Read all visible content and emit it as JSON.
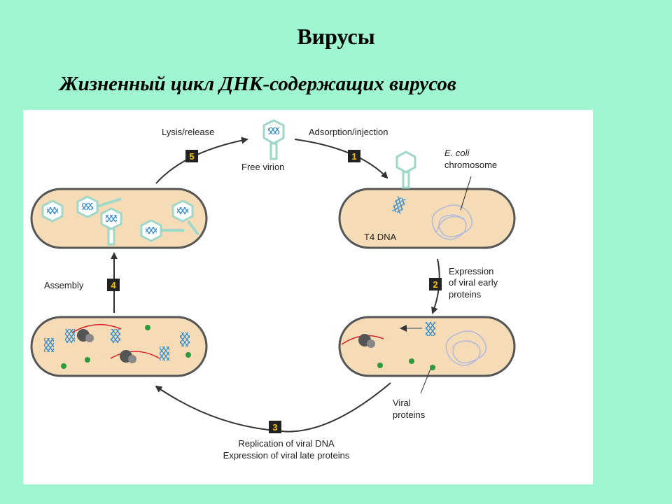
{
  "title": "Вирусы",
  "subtitle": "Жизненный цикл ДНК-содержащих вирусов",
  "diagram": {
    "steps": [
      {
        "num": "1",
        "label": "Adsorption/injection"
      },
      {
        "num": "2",
        "label_lines": [
          "Expression",
          "of viral early",
          "proteins"
        ]
      },
      {
        "num": "3",
        "label_lines": [
          "Replication of viral DNA",
          "Expression of viral late proteins"
        ]
      },
      {
        "num": "4",
        "label": "Assembly"
      },
      {
        "num": "5",
        "label": "Lysis/release"
      }
    ],
    "labels": {
      "free_virion": "Free virion",
      "ecoli_line1": "E. coli",
      "ecoli_line2": "chromosome",
      "t4_dna": "T4 DNA",
      "viral_proteins_line1": "Viral",
      "viral_proteins_line2": "proteins"
    },
    "colors": {
      "cell_fill": "#f5dcb6",
      "cell_stroke": "#555555",
      "dna": "#3a8fd0",
      "phage": "#9fd8c9",
      "chromosome": "#b0b8e0",
      "mrna": "#d9232e",
      "protein": "#2f9a3c",
      "step_box": "#222222"
    }
  }
}
